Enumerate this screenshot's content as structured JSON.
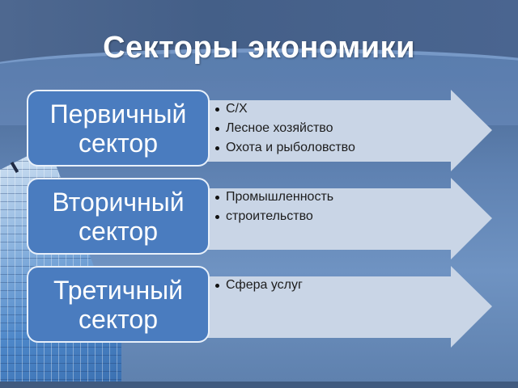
{
  "slide": {
    "title": "Секторы экономики"
  },
  "colors": {
    "box_fill": "#4a7cbf",
    "box_border": "#e8f0fa",
    "arrow_fill": "#c9d5e6",
    "title_text": "#ffffff",
    "bullet_text": "#1d1d1d"
  },
  "sectors": [
    {
      "label_line1": "Первичный",
      "label_line2": "сектор",
      "items": [
        "С/Х",
        "Лесное хозяйство",
        "Охота и рыболовство"
      ]
    },
    {
      "label_line1": "Вторичный",
      "label_line2": "сектор",
      "items": [
        "Промышленность",
        "строительство"
      ]
    },
    {
      "label_line1": "Третичный",
      "label_line2": "сектор",
      "items": [
        "Сфера услуг"
      ]
    }
  ]
}
